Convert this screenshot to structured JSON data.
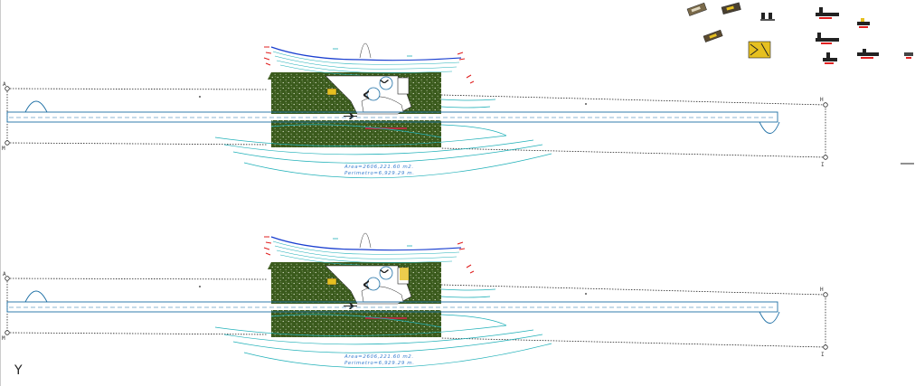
{
  "drawing": {
    "plans": [
      {
        "corner_labels": {
          "top_left": "A",
          "bottom_left": "M",
          "top_right": "H",
          "bottom_right": "I"
        },
        "perimeter_lines": [
          "Area=2606,221.60 m2.",
          "Perimetro=6,929.29 m."
        ]
      },
      {
        "corner_labels": {
          "top_left": "A",
          "bottom_left": "M",
          "top_right": "H",
          "bottom_right": "I"
        },
        "perimeter_lines": [
          "Area=2606,221.60 m2.",
          "Perimetro=6,929.29 m."
        ]
      }
    ],
    "axis_label": "Y",
    "colors": {
      "grass": "#3a5a1c",
      "grass_dots": "#e8eed8",
      "runway": "#1d6fa5",
      "contour_cyan": "#1fb0b8",
      "contour_blue": "#1a3fd0",
      "boundary": "#222222",
      "accent_red": "#e02020",
      "detail_yellow": "#e6c020"
    }
  }
}
